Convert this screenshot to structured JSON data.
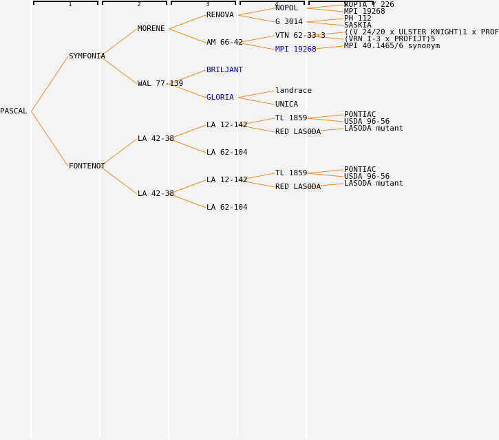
{
  "generation_headers": [
    "1",
    "2",
    "3",
    "4",
    "5"
  ],
  "colors": {
    "line": "#f08c1e",
    "text": "#000000",
    "link": "#0000cc",
    "background": "#f3f3f3"
  },
  "pedigree": {
    "name": "PASCAL",
    "link": false,
    "children": [
      {
        "name": "SYMFONIA",
        "link": false,
        "children": [
          {
            "name": "MORENE",
            "link": false,
            "children": [
              {
                "name": "RENOVA",
                "link": false,
                "children": [
                  {
                    "name": "NOPOL",
                    "link": false,
                    "children": [
                      {
                        "name": "ROPTA Y 226",
                        "link": false
                      },
                      {
                        "name": "MPI 19268",
                        "link": false
                      }
                    ]
                  },
                  {
                    "name": "G 3014",
                    "link": false,
                    "children": [
                      {
                        "name": "PH 112",
                        "link": false
                      },
                      {
                        "name": "SASKIA",
                        "link": false
                      }
                    ]
                  }
                ]
              },
              {
                "name": "AM 66-42",
                "link": false,
                "children": [
                  {
                    "name": "VTN 62-33-3",
                    "link": false,
                    "children": [
                      {
                        "name": "((V 24/20 x ULSTER KNIGHT)1 x PROF",
                        "link": false
                      },
                      {
                        "name": "(VRN I-3 x PROFIJT)5",
                        "link": false
                      }
                    ]
                  },
                  {
                    "name": "MPI 19268",
                    "link": true,
                    "children": [
                      {
                        "name": "MPI 40.1465/6 synonym",
                        "link": false
                      }
                    ]
                  }
                ]
              }
            ]
          },
          {
            "name": "WAL 77-139",
            "link": false,
            "children": [
              {
                "name": "BRILJANT",
                "link": true
              },
              {
                "name": "GLORIA",
                "link": true,
                "children": [
                  {
                    "name": "landrace",
                    "link": false
                  },
                  {
                    "name": "UNICA",
                    "link": false
                  }
                ]
              }
            ]
          }
        ]
      },
      {
        "name": "FONTENOT",
        "link": false,
        "children": [
          {
            "name": "LA 42-38",
            "link": false,
            "children": [
              {
                "name": "LA 12-142",
                "link": false,
                "children": [
                  {
                    "name": "TL 1859",
                    "link": false,
                    "children": [
                      {
                        "name": "PONTIAC",
                        "link": false
                      },
                      {
                        "name": "USDA 96-56",
                        "link": false
                      }
                    ]
                  },
                  {
                    "name": "RED LASODA",
                    "link": false,
                    "children": [
                      {
                        "name": "LASODA mutant",
                        "link": false
                      }
                    ]
                  }
                ]
              },
              {
                "name": "LA 62-104",
                "link": false
              }
            ]
          },
          {
            "name": "LA 42-38",
            "link": false,
            "children": [
              {
                "name": "LA 12-142",
                "link": false,
                "children": [
                  {
                    "name": "TL 1859",
                    "link": false,
                    "children": [
                      {
                        "name": "PONTIAC",
                        "link": false
                      },
                      {
                        "name": "USDA 96-56",
                        "link": false
                      }
                    ]
                  },
                  {
                    "name": "RED LASODA",
                    "link": false,
                    "children": [
                      {
                        "name": "LASODA mutant",
                        "link": false
                      }
                    ]
                  }
                ]
              },
              {
                "name": "LA 62-104",
                "link": false
              }
            ]
          }
        ]
      }
    ]
  }
}
